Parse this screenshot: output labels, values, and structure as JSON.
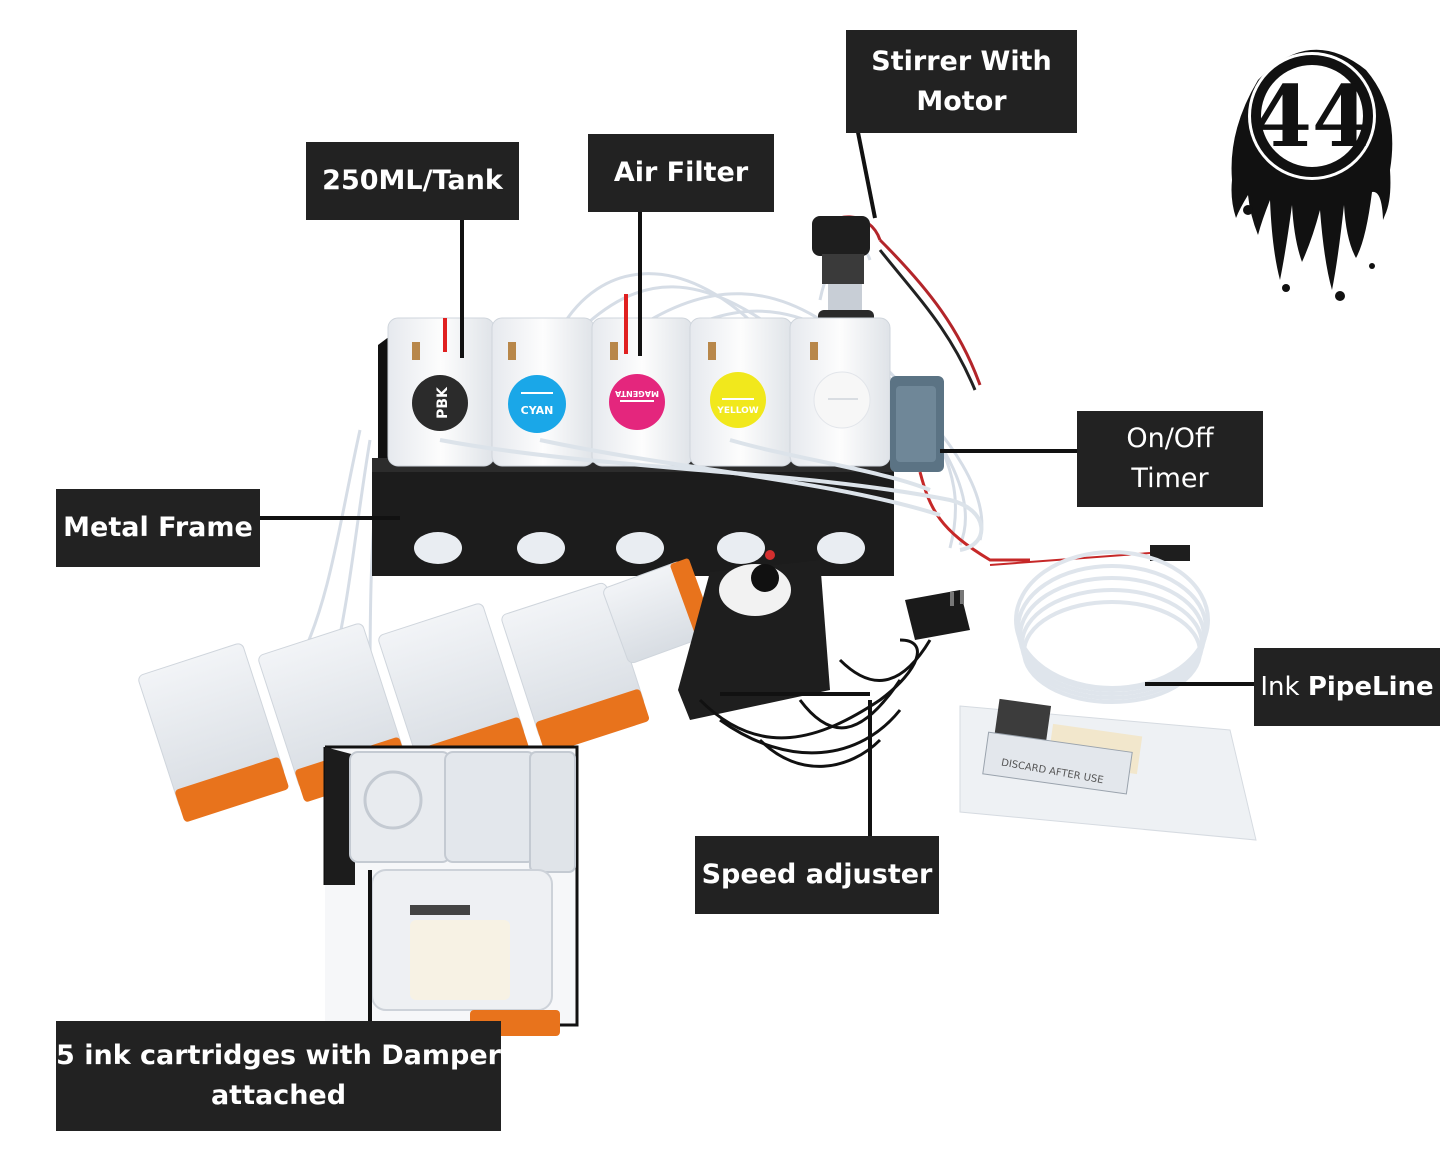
{
  "labels": {
    "tank_capacity": "250ML/Tank",
    "air_filter": "Air Filter",
    "stirrer_line1": "Stirrer With",
    "stirrer_line2": "Motor",
    "onoff_line1": "On/Off",
    "onoff_line2": "Timer",
    "metal_frame": "Metal Frame",
    "ink_pipeline_prefix": "Ink ",
    "ink_pipeline_bold": "PipeLine",
    "speed_adjuster": "Speed adjuster",
    "cartridges_line1": "5 ink cartridges with Damper",
    "cartridges_line2": "attached"
  },
  "tank_texts": {
    "black": "PBK",
    "cyan": "CYAN",
    "magenta": "MAGENTA",
    "yellow": "YELLOW",
    "syringe": "DISCARD AFTER USE"
  },
  "colors": {
    "label_bg": "#222222",
    "label_text": "#ffffff",
    "black_ink": "#2b2b2b",
    "cyan_ink": "#1aa7e8",
    "magenta_ink": "#e4267d",
    "yellow_ink": "#f1e81c",
    "white_ink": "#f4f4f4",
    "cartridge_orange": "#e8731c",
    "frame": "#1c1c1c"
  },
  "icons": {
    "logo": "drip-circle-44-logo"
  }
}
